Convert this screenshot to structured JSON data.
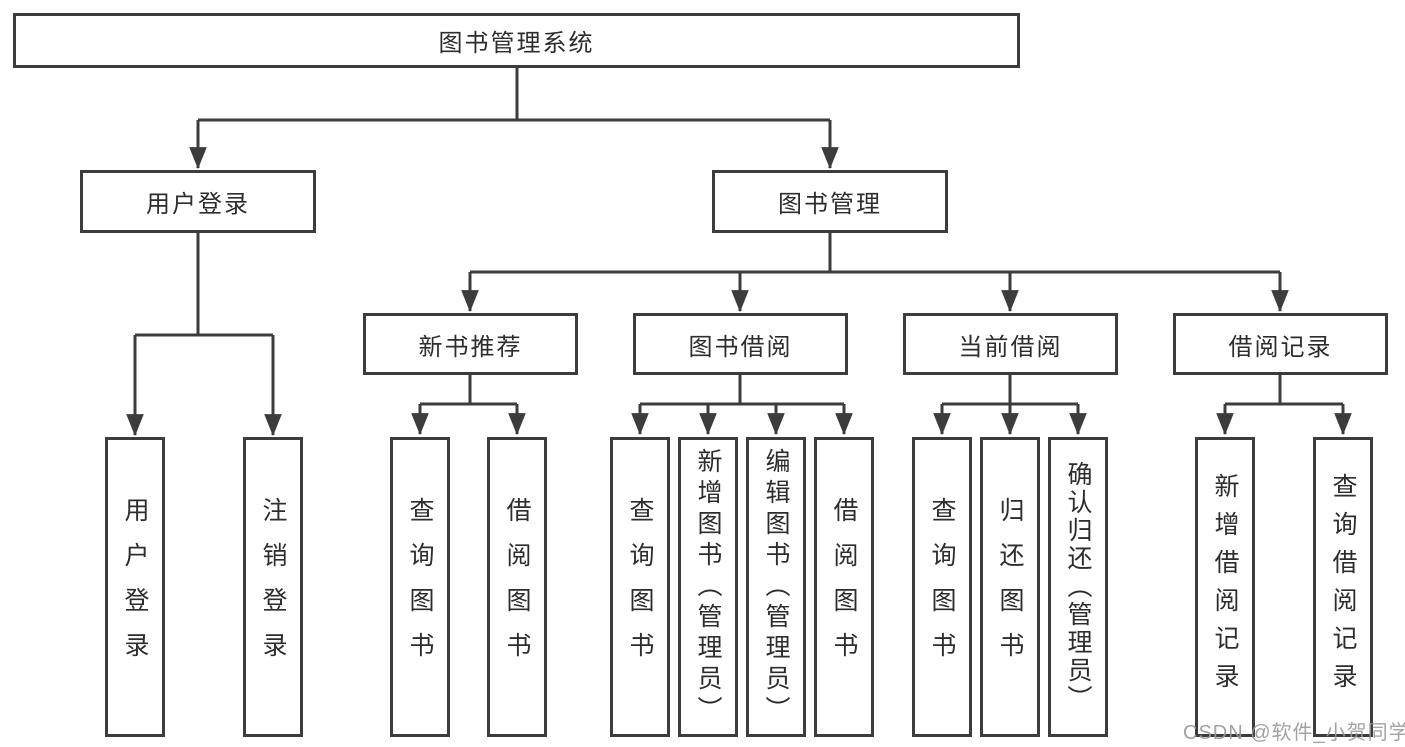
{
  "tree": {
    "root": {
      "label": "图书管理系统"
    },
    "user_login": {
      "label": "用户登录",
      "children": [
        "用户登录",
        "注销登录"
      ]
    },
    "book_mgmt": {
      "label": "图书管理",
      "sections": [
        {
          "label": "新书推荐",
          "children": [
            "查询图书",
            "借阅图书"
          ]
        },
        {
          "label": "图书借阅",
          "children": [
            "查询图书",
            "新增图书（管理员）",
            "编辑图书（管理员）",
            "借阅图书"
          ]
        },
        {
          "label": "当前借阅",
          "children": [
            "查询图书",
            "归还图书",
            "确认归还（管理员）"
          ]
        },
        {
          "label": "借阅记录",
          "children": [
            "新增借阅记录",
            "查询借阅记录"
          ]
        }
      ]
    }
  },
  "watermark": {
    "text": "CSDN @软件_小贺同学"
  },
  "colors": {
    "line": "#3c3c3c",
    "border": "#3c3c3c",
    "text": "#2d2d2d",
    "watermark": "#989898",
    "background": "#ffffff"
  }
}
